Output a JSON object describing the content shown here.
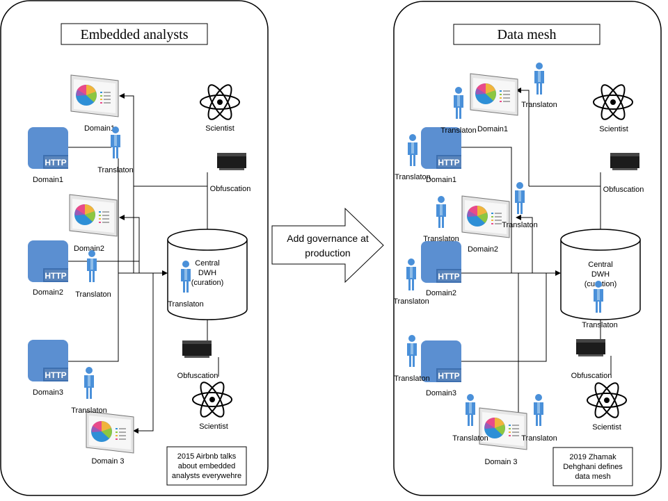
{
  "left_panel": {
    "title": "Embedded analysts",
    "note": [
      "2015 Airbnb talks",
      "about embedded",
      "analysts everywehre"
    ],
    "domain_labels": [
      "Domain1",
      "Domain2",
      "Domain3"
    ],
    "report_labels": [
      "Domain1",
      "Domain2",
      "Domain 3"
    ],
    "translator_label": "Translaton",
    "scientist_label": "Scientist",
    "obfuscation_label": "Obfuscation",
    "dwh_label": [
      "Central",
      "DWH",
      "(curation)"
    ]
  },
  "right_panel": {
    "title": "Data mesh",
    "note": [
      "2019 Zhamak",
      "Dehghani defines",
      "data mesh"
    ],
    "domain_labels": [
      "Domain1",
      "Domain2",
      "Domain3"
    ],
    "report_labels": [
      "Domain1",
      "Domain2",
      "Domain 3"
    ],
    "translator_label": "Translaton",
    "scientist_label": "Scientist",
    "obfuscation_label": "Obfuscation",
    "dwh_label": [
      "Central",
      "DWH",
      "(curation)"
    ]
  },
  "transition": {
    "label": [
      "Add governance at",
      "production"
    ]
  },
  "http_label": "HTTP",
  "colors": {
    "http_blue": "#5b8fd1",
    "http_blue_dark": "#3d6fb0",
    "person_blue": "#4a90d9"
  }
}
